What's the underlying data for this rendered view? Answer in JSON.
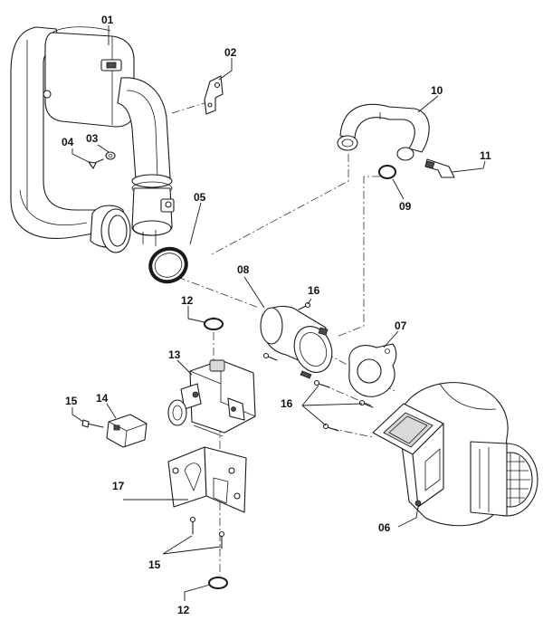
{
  "callouts": {
    "c01": "01",
    "c02": "02",
    "c03": "03",
    "c04": "04",
    "c05": "05",
    "c06": "06",
    "c07": "07",
    "c08": "08",
    "c09": "09",
    "c10": "10",
    "c11": "11",
    "c12a": "12",
    "c12b": "12",
    "c13": "13",
    "c14": "14",
    "c15a": "15",
    "c15b": "15",
    "c16a": "16",
    "c16b": "16",
    "c17": "17"
  }
}
